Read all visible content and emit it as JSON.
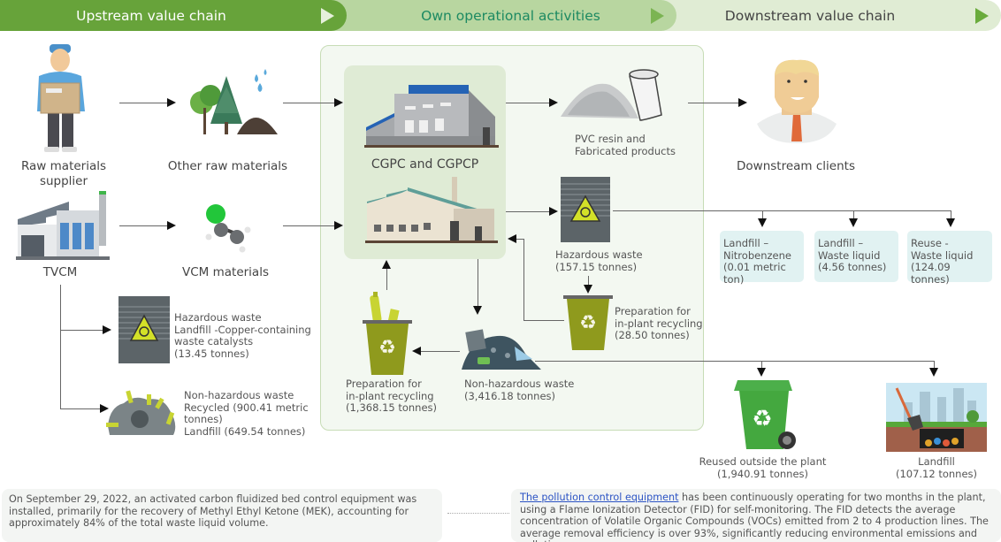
{
  "header": {
    "upstream": "Upstream value chain",
    "operations": "Own operational activities",
    "downstream": "Downstream value chain"
  },
  "colors": {
    "upstream_green": "#67a33a",
    "operations_green": "#b8d6a0",
    "downstream_green": "#e0ecd4",
    "operations_text": "#1d8a62",
    "link_blue": "#2b53c4",
    "olive_bin": "#8f9a1d",
    "liquid_box": "#e1f2f2"
  },
  "upstream": {
    "supplier": "Raw materials supplier",
    "other_raw": "Other raw materials",
    "tvcm": "TVCM",
    "vcm": "VCM materials",
    "hazardous": {
      "title": "Hazardous waste",
      "line1": "Landfill -Copper-containing",
      "line2": "waste catalysts",
      "amount": "(13.45 tonnes)"
    },
    "non_hazardous": {
      "title": "Non-hazardous waste",
      "line1": "Recycled (900.41 metric",
      "line2": "tonnes)",
      "line3": "Landfill (649.54 tonnes)"
    }
  },
  "operations": {
    "plant": "CGPC and CGPCP",
    "pvc_line1": "PVC resin and",
    "pvc_line2": "Fabricated products",
    "hazardous": {
      "title": "Hazardous waste",
      "amount": "(157.15 tonnes)"
    },
    "haz_recycling": {
      "line1": "Preparation for",
      "line2": "in-plant recycling",
      "amount": "(28.50 tonnes)"
    },
    "non_hazardous": {
      "title": "Non-hazardous waste",
      "amount": "(3,416.18 tonnes)"
    },
    "nonhaz_recycling": {
      "line1": "Preparation for",
      "line2": "in-plant recycling",
      "amount": "(1,368.15 tonnes)"
    }
  },
  "downstream": {
    "clients": "Downstream clients",
    "liquid_boxes": [
      {
        "line1": "Landfill –",
        "line2": "Nitrobenzene",
        "line3": "(0.01 metric ton)"
      },
      {
        "line1": "Landfill –",
        "line2": "Waste liquid",
        "line3": "(4.56 tonnes)"
      },
      {
        "line1": "Reuse -",
        "line2": "Waste liquid",
        "line3": "(124.09 tonnes)"
      }
    ],
    "reused": {
      "title": "Reused outside the plant",
      "amount": "(1,940.91 tonnes)"
    },
    "landfill": {
      "title": "Landfill",
      "amount": "(107.12 tonnes)"
    }
  },
  "notes": {
    "left": "On September 29, 2022, an activated carbon fluidized bed control equipment was installed, primarily for the recovery of Methyl Ethyl Ketone (MEK), accounting for approximately 84% of the total waste liquid volume.",
    "right_link": "The pollution control equipment",
    "right_rest": " has been continuously operating for two months in the plant, using a Flame Ionization Detector (FID) for self-monitoring. The FID detects the average concentration of Volatile Organic Compounds (VOCs) emitted from 2 to 4 production lines. The average removal efficiency is over 93%, significantly reducing environmental emissions and pollution."
  }
}
